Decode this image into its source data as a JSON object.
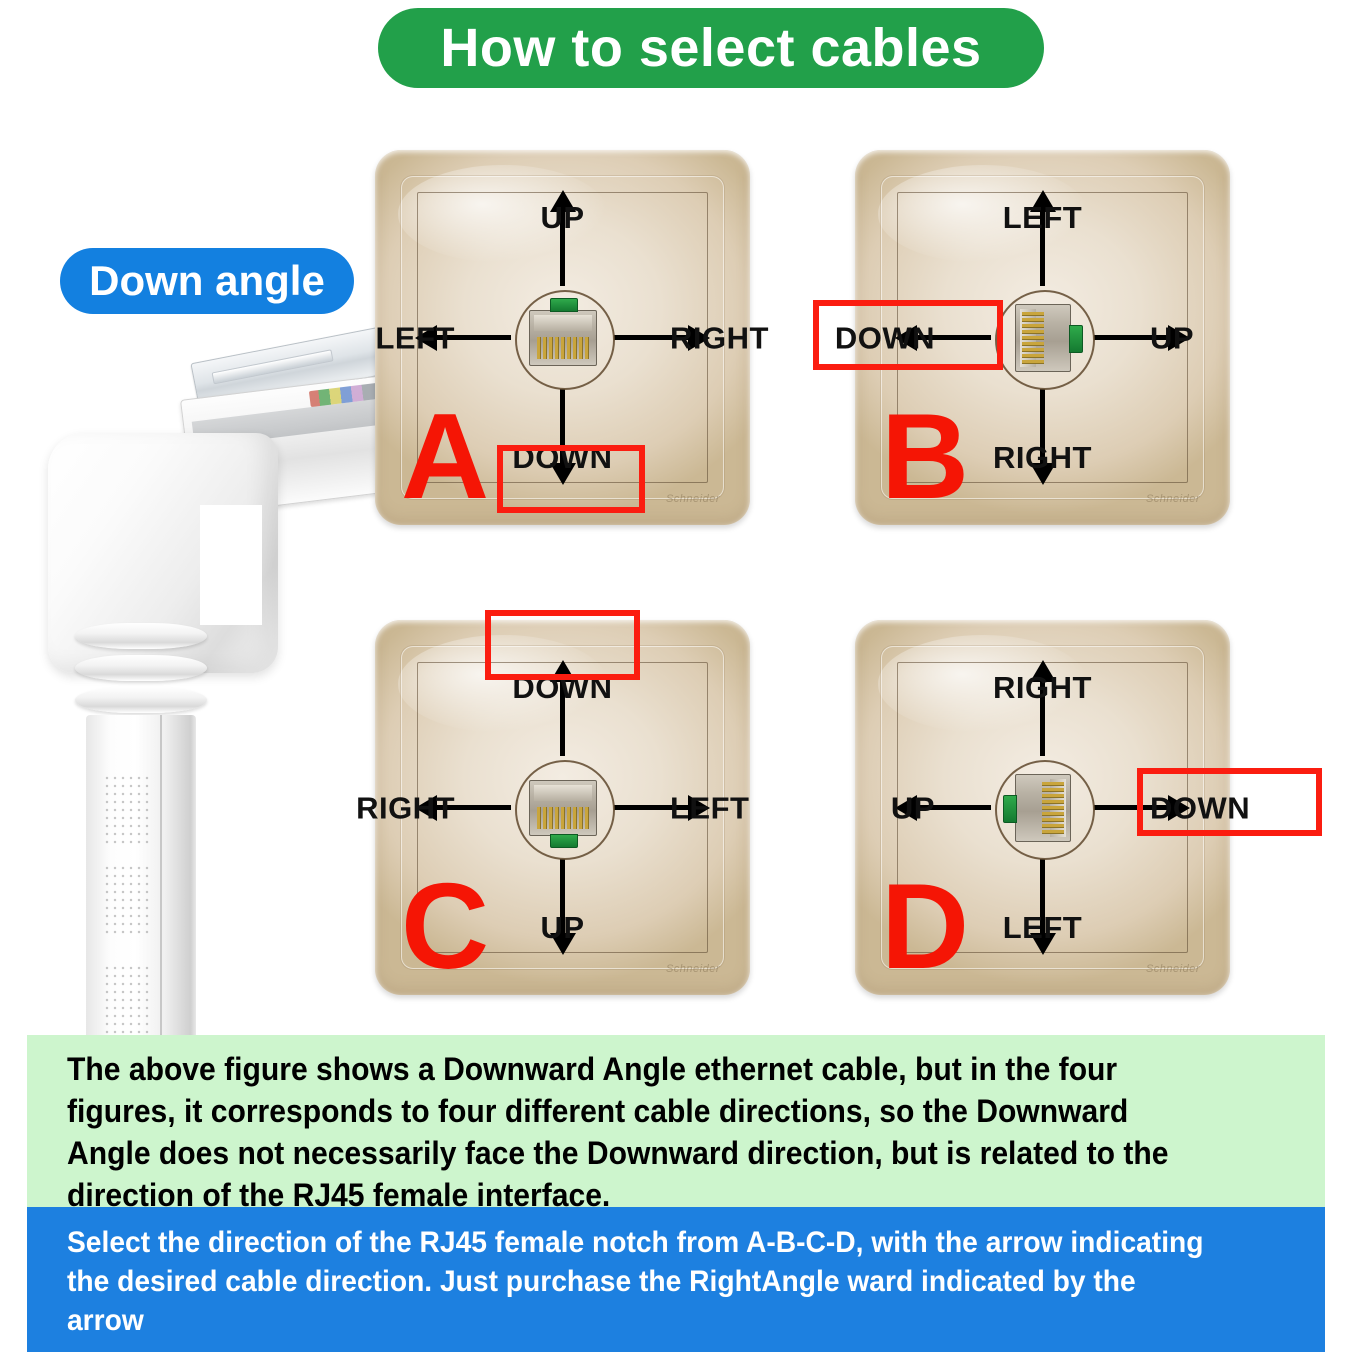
{
  "title": {
    "text": "How to select cables",
    "bg": "#22a04a",
    "fg": "#ffffff"
  },
  "badge": {
    "text": "Down angle",
    "bg": "#1380e0",
    "fg": "#ffffff"
  },
  "cable": {
    "name": "downward-angle-rj45-cable"
  },
  "panels": [
    {
      "letter": "A",
      "notch": "top",
      "brand": "Schneider",
      "labels": {
        "top": "UP",
        "right": "RIGHT",
        "bottom": "DOWN",
        "left": "LEFT"
      },
      "highlight": "bottom"
    },
    {
      "letter": "B",
      "notch": "right",
      "brand": "Schneider",
      "labels": {
        "top": "LEFT",
        "right": "UP",
        "bottom": "RIGHT",
        "left": "DOWN"
      },
      "highlight": "left"
    },
    {
      "letter": "C",
      "notch": "bottom",
      "brand": "Schneider",
      "labels": {
        "top": "DOWN",
        "right": "LEFT",
        "bottom": "UP",
        "left": "RIGHT"
      },
      "highlight": "top"
    },
    {
      "letter": "D",
      "notch": "left",
      "brand": "Schneider",
      "labels": {
        "top": "RIGHT",
        "right": "DOWN",
        "bottom": "LEFT",
        "left": "UP"
      },
      "highlight": "right"
    }
  ],
  "notes": {
    "green": "The above figure shows a Downward Angle ethernet cable, but in the four figures, it corresponds to four different cable directions, so the Downward Angle does not necessarily face the Downward direction, but is related to the direction of the RJ45 female interface.",
    "green_bg": "#cdf5cd",
    "blue": "Select the direction of the RJ45 female notch from A-B-C-D, with the arrow indicating the desired cable direction. Just purchase the RightAngle ward indicated by the arrow",
    "blue_bg": "#1d80e0"
  },
  "colors": {
    "highlight_red": "#fb1d10",
    "letter_red": "#f51505",
    "plate_beige": "#eae0d0",
    "notch_green": "#2faa4b"
  }
}
